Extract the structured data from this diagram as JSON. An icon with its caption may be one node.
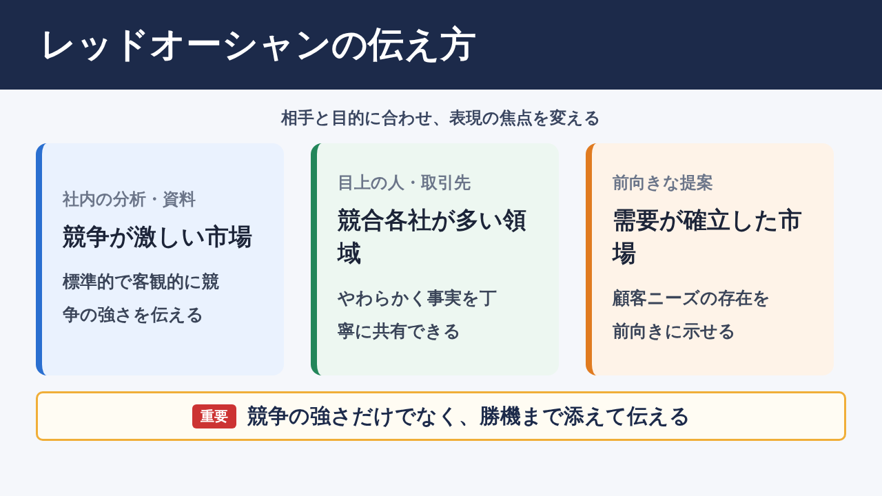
{
  "diagram": {
    "title": "レッドオーシャンの伝え方",
    "nodes": [
      {
        "text": [
          "社内の分析・資料",
          "競争が激しい市場",
          "標準的で客観的に競争の強さを伝える"
        ]
      },
      {
        "text": [
          "目上の人・取引先",
          "競合各社が多い領域",
          "やわらかく事実を丁寧に共有できる"
        ]
      },
      {
        "text": [
          "前向きな提案",
          "需要が確立した市場",
          "顧客ニーズの存在を前向きに示せる"
        ]
      },
      {
        "text": [
          "競争の強さだけでなく、勝機まで添えて伝える"
        ]
      },
      {
        "text": [
          "重要"
        ],
        "in": 3
      }
    ],
    "labels": [
      "相手と目的に合わせ、表現の焦点を変える"
    ]
  }
}
